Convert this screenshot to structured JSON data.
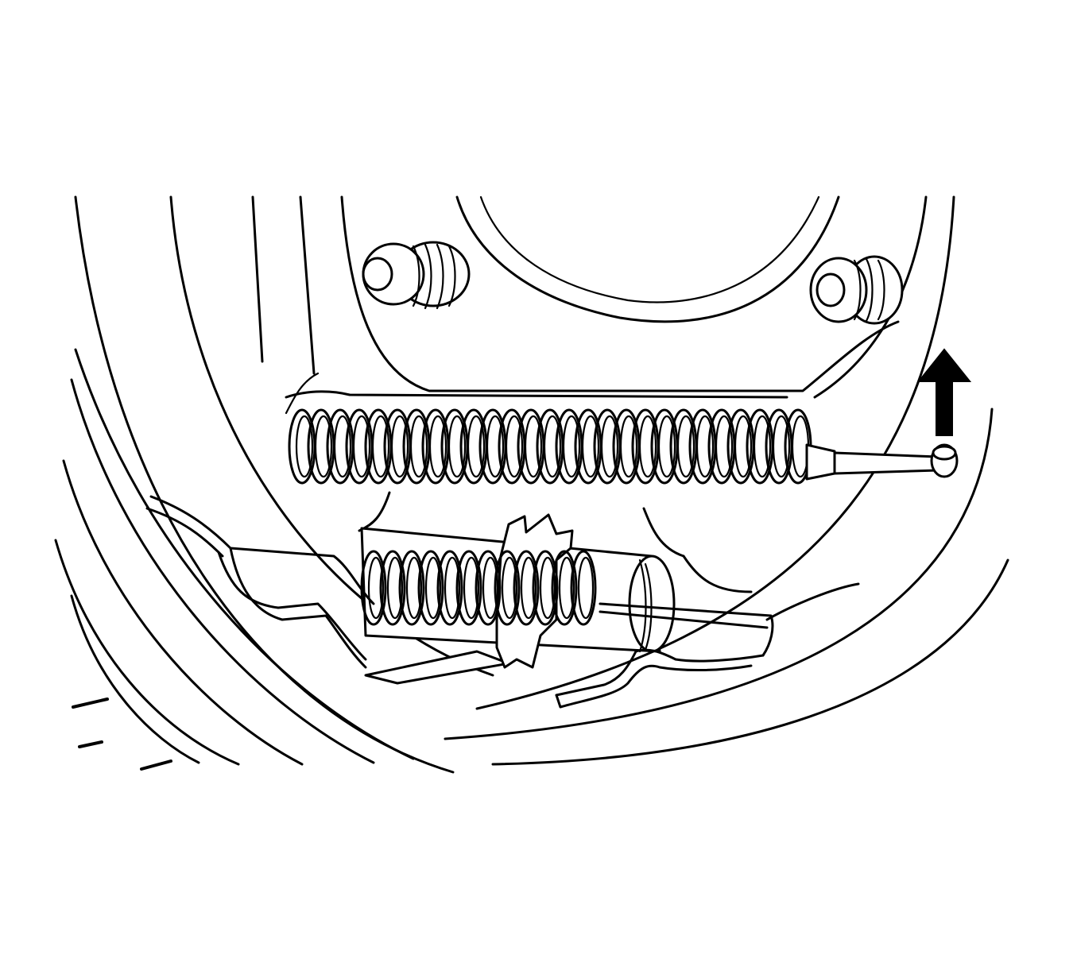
{
  "diagram": {
    "type": "technical line illustration",
    "colors": {
      "ink": "#000000",
      "paper": "#ffffff"
    },
    "parts": [
      {
        "name": "backing-plate",
        "icon": "backing-plate-icon"
      },
      {
        "name": "wheel-studs",
        "icon": "stud-icon"
      },
      {
        "name": "upper-return-spring",
        "icon": "coil-spring-icon"
      },
      {
        "name": "lower-spring",
        "icon": "coil-spring-icon"
      },
      {
        "name": "adjuster-star-wheel",
        "icon": "star-wheel-icon"
      },
      {
        "name": "spring-tool",
        "icon": "tool-icon"
      },
      {
        "name": "direction-arrow",
        "icon": "arrow-up-icon",
        "direction": "up"
      }
    ]
  }
}
